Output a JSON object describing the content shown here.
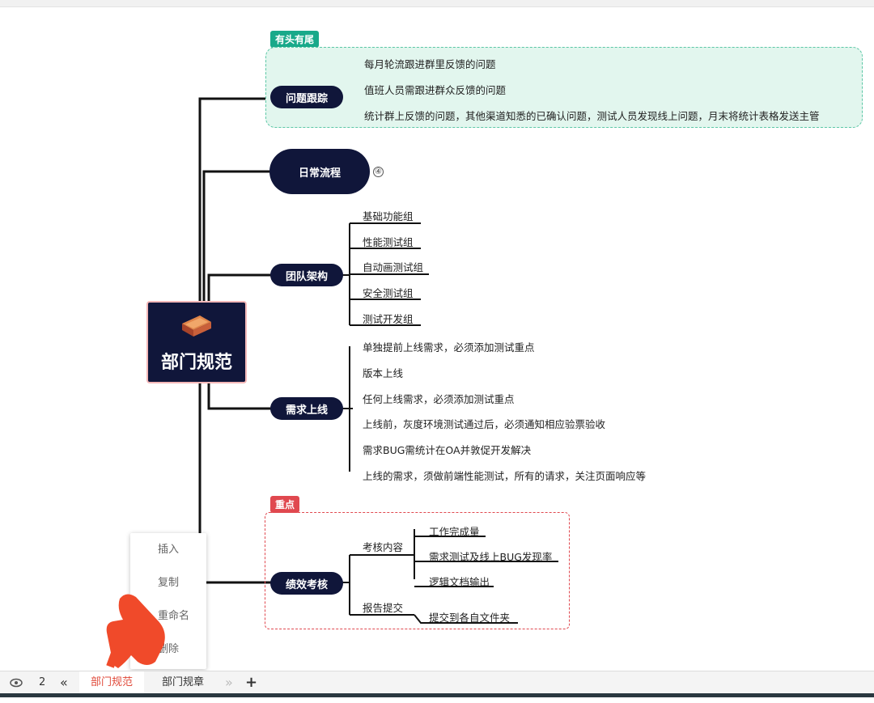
{
  "root": {
    "title": "部门规范",
    "icon": "book-icon"
  },
  "branches": {
    "tracking": {
      "label": "问题跟踪",
      "tag": "有头有尾",
      "tag_color": "#19a98a",
      "items": [
        "每月轮流跟进群里反馈的问题",
        "值班人员需跟进群众反馈的问题",
        "统计群上反馈的问题，其他渠道知悉的已确认问题，测试人员发现线上问题，月末将统计表格发送主管"
      ]
    },
    "daily": {
      "label": "日常流程",
      "count": "④"
    },
    "team": {
      "label": "团队架构",
      "items": [
        "基础功能组",
        "性能测试组",
        "自动画测试组",
        "安全测试组",
        "测试开发组"
      ]
    },
    "release": {
      "label": "需求上线",
      "items": [
        "单独提前上线需求，必须添加测试重点",
        "版本上线",
        "任何上线需求，必须添加测试重点",
        "上线前，灰度环境测试通过后，必须通知相应验票验收",
        "需求BUG需统计在OA并敦促开发解决",
        "上线的需求，须做前端性能测试，所有的请求，关注页面响应等"
      ]
    },
    "performance": {
      "label": "绩效考核",
      "tag": "重点",
      "tag_color": "#e0484f",
      "sub1": {
        "label": "考核内容",
        "items": [
          "工作完成量",
          "需求测试及线上BUG发现率",
          "逻辑文档输出"
        ]
      },
      "sub2": {
        "label": "报告提交",
        "items": [
          "提交到各自文件夹"
        ]
      }
    }
  },
  "context_menu": [
    "插入",
    "复制",
    "重命名",
    "删除"
  ],
  "bottom_bar": {
    "eye_icon": "eye-icon",
    "page_count": "2",
    "prev_icon": "«",
    "tabs": [
      "部门规范",
      "部门规章"
    ],
    "next_icon": "»",
    "add_icon": "+",
    "active_color": "#e04a3a"
  }
}
